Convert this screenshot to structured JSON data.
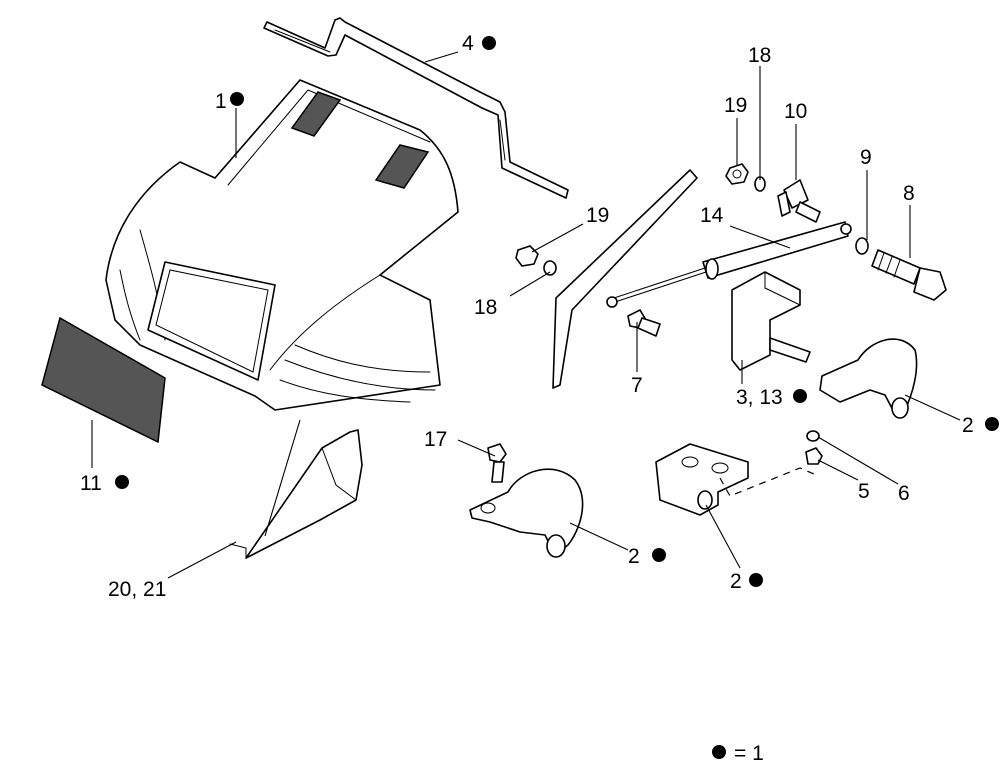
{
  "callouts": {
    "c1": "1",
    "c4": "4",
    "c18a": "18",
    "c19a": "19",
    "c10": "10",
    "c9": "9",
    "c8": "8",
    "c14": "14",
    "c19b": "19",
    "c18b": "18",
    "c7": "7",
    "c3_13": "3, 13",
    "c2a": "2",
    "c17": "17",
    "c5": "5",
    "c6": "6",
    "c2b": "2",
    "c2c": "2",
    "c11": "11",
    "c20_21": "20, 21"
  },
  "legend": {
    "text": "= 1"
  }
}
